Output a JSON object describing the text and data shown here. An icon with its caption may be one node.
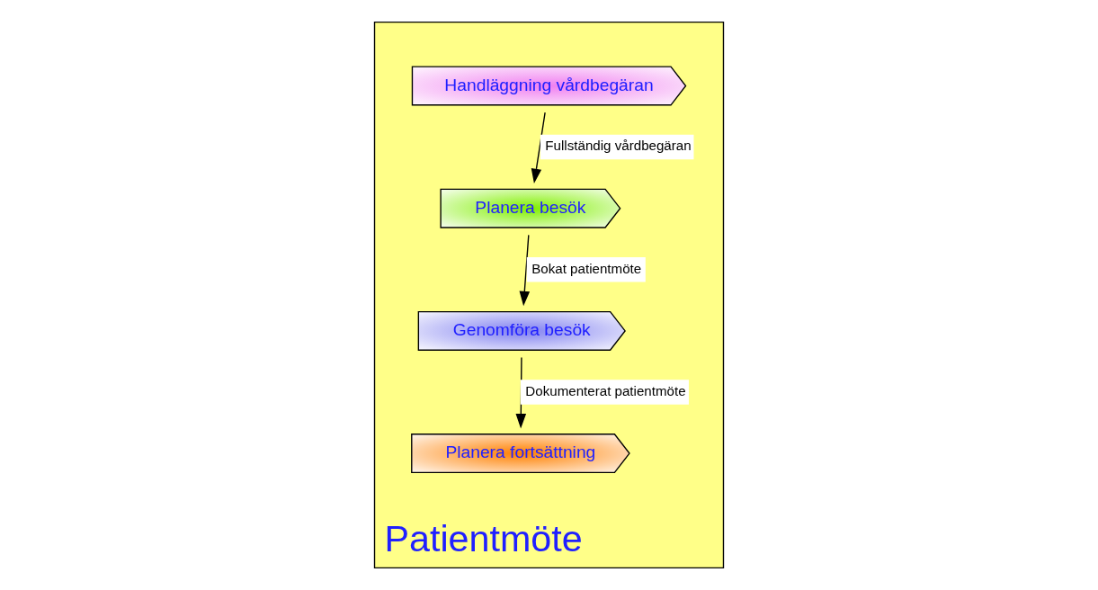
{
  "diagram": {
    "nodes": [
      {
        "text": [
          "Patientmöte"
        ]
      },
      {
        "text": [
          "Handläggning vårdbegäran"
        ],
        "in": 0
      },
      {
        "text": [
          "Planera besök"
        ],
        "in": 0
      },
      {
        "text": [
          "Genomföra besök"
        ],
        "in": 0
      },
      {
        "text": [
          "Planera fortsättning"
        ],
        "in": 0
      }
    ],
    "edges": [
      {
        "from": 1,
        "to": 2,
        "arrow": "to",
        "label": "Fullständig vårdbegäran"
      },
      {
        "from": 2,
        "to": 3,
        "arrow": "to",
        "label": "Bokat patientmöte"
      },
      {
        "from": 3,
        "to": 4,
        "arrow": "to",
        "label": "Dokumenterat patientmöte"
      }
    ]
  }
}
